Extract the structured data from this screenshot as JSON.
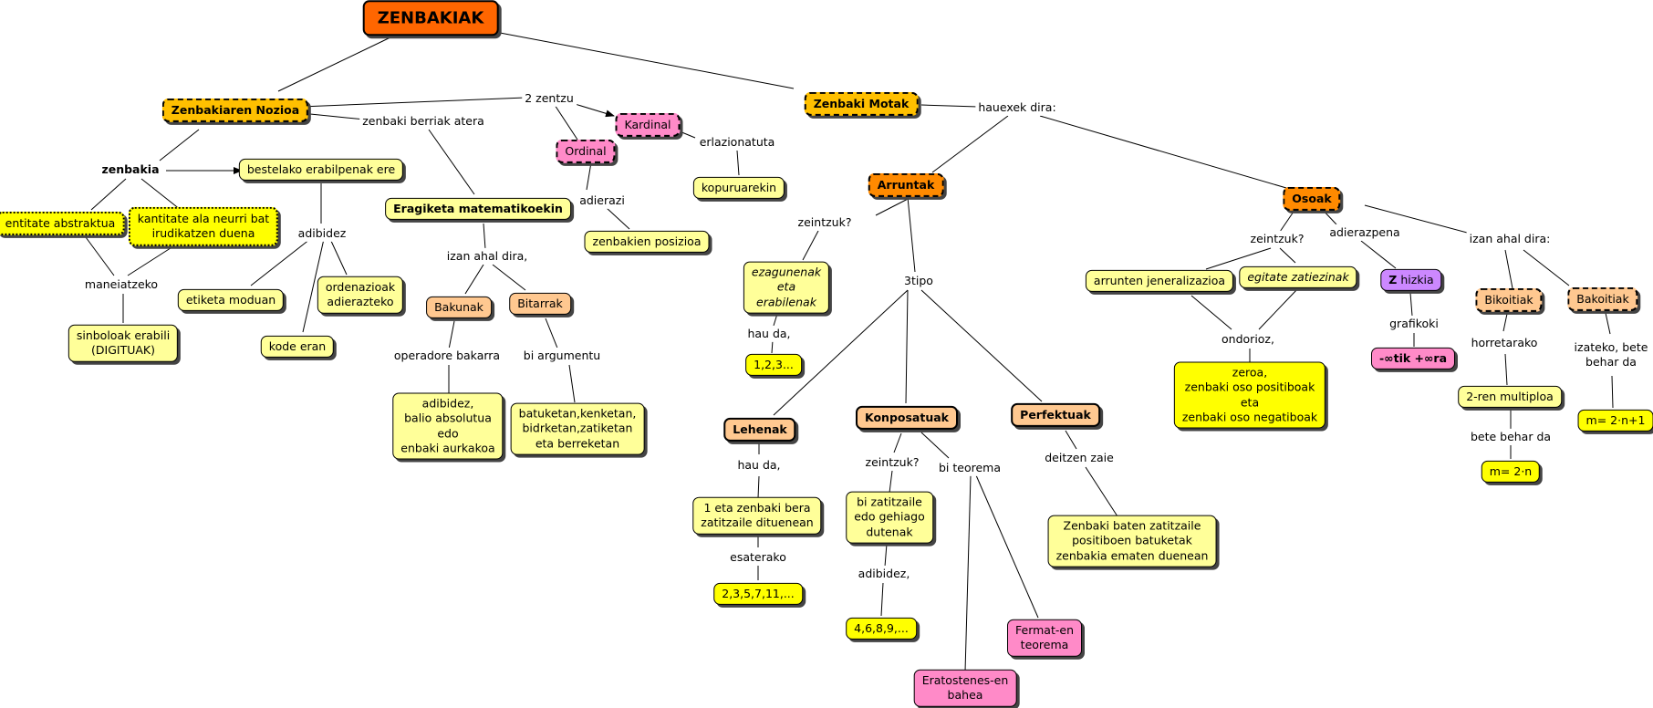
{
  "nodes": {
    "zenbakiak": "ZENBAKIAK",
    "nozioa": "Zenbakiaren Nozioa",
    "motak": "Zenbaki Motak",
    "zenbakia": "zenbakia",
    "bestelako": "bestelako erabilpenak ere",
    "entitate": "entitate abstraktua",
    "kantitate_l1": "kantitate ala neurri bat",
    "kantitate_l2": "irudikatzen duena",
    "maneiatzeko": "maneiatzeko",
    "sinboloak_l1": "sinboloak erabili",
    "sinboloak_l2": "(DIGITUAK)",
    "adibidez1": "adibidez",
    "etiketa": "etiketa moduan",
    "ordenazioak_l1": "ordenazioak",
    "ordenazioak_l2": "adierazteko",
    "kode": "kode eran",
    "berriak": "zenbaki berriak atera",
    "eragiketa": "Eragiketa matematikoekin",
    "izan_ahal1": "izan ahal dira,",
    "bakunak": "Bakunak",
    "bitarrak": "Bitarrak",
    "operadore": "operadore bakarra",
    "bi_argumentu": "bi argumentu",
    "adibidez_abs_l1": "adibidez,",
    "adibidez_abs_l2": "balio absolutua",
    "adibidez_abs_l3": "edo",
    "adibidez_abs_l4": "enbaki aurkakoa",
    "batuketan_l1": "batuketan,kenketan,",
    "batuketan_l2": "bidrketan,zatiketan",
    "batuketan_l3": "eta berreketan",
    "zentzu": "2 zentzu",
    "kardinal": "Kardinal",
    "ordinal": "Ordinal",
    "erlazionatuta": "erlazionatuta",
    "kopuruarekin": "kopuruarekin",
    "adierazi": "adierazi",
    "posizioa": "zenbakien posizioa",
    "hauexek": "hauexek dira:",
    "arruntak": "Arruntak",
    "osoak": "Osoak",
    "zeintzuk1": "zeintzuk?",
    "ezagunenak_l1": "ezagunenak",
    "ezagunenak_l2": "eta",
    "ezagunenak_l3": "erabilenak",
    "hau_da1": "hau da,",
    "seq123": "1,2,3...",
    "tipo3": "3tipo",
    "lehenak": "Lehenak",
    "konposatuak": "Konposatuak",
    "perfektuak": "Perfektuak",
    "hau_da2": "hau da,",
    "bat_eta_l1": "1 eta zenbaki bera",
    "bat_eta_l2": "zatitzaile dituenean",
    "esaterako": "esaterako",
    "primes": "2,3,5,7,11,...",
    "zeintzuk2": "zeintzuk?",
    "bi_zatitzaile_l1": "bi zatitzaile",
    "bi_zatitzaile_l2": "edo gehiago",
    "bi_zatitzaile_l3": "dutenak",
    "adibidez2": "adibidez,",
    "composites": "4,6,8,9,...",
    "bi_teorema": "bi teorema",
    "fermat_l1": "Fermat-en",
    "fermat_l2": "teorema",
    "eratostenes_l1": "Eratostenes-en",
    "eratostenes_l2": "bahea",
    "deitzen": "deitzen zaie",
    "perfekt_def_l1": "Zenbaki baten zatitzaile",
    "perfekt_def_l2": "positiboen batuketak",
    "perfekt_def_l3": "zenbakia ematen duenean",
    "zeintzuk3": "zeintzuk?",
    "arrunten": "arrunten jeneralizazioa",
    "egitate": "egitate zatiezinak",
    "ondorioz": "ondorioz,",
    "zeroa_l1": "zeroa,",
    "zeroa_l2": "zenbaki oso positiboak",
    "zeroa_l3": "eta",
    "zeroa_l4": "zenbaki oso negatiboak",
    "adierazpena": "adierazpena",
    "z_bold": "Z",
    "z_rest": " hizkia",
    "grafikoki": "grafikoki",
    "infinity": "-∞tik +∞ra",
    "izan_ahal2": "izan ahal dira:",
    "bikoitiak": "Bikoitiak",
    "bakoitiak": "Bakoitiak",
    "horretarako": "horretarako",
    "multiploa": "2-ren multiploa",
    "bete_behar": "bete behar da",
    "m_even": "m= 2·n",
    "izateko_l1": "izateko, bete",
    "izateko_l2": "behar da",
    "m_odd": "m= 2·n+1"
  },
  "colors": {
    "root": "#ff6600",
    "main_concept": "#ffc000",
    "type_concept": "#ff8a00",
    "pale_yellow": "#ffff99",
    "yellow": "#ffff00",
    "peach": "#ffc890",
    "pink": "#ff8ac8",
    "violet": "#cc88ff"
  }
}
